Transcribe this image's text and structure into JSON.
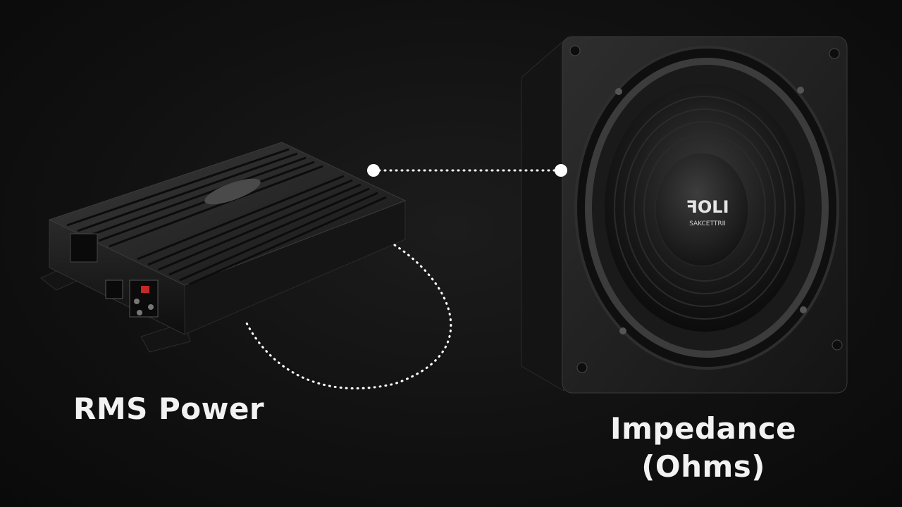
{
  "labels": {
    "amplifier_title": "RMS Power",
    "speaker_title_line1": "Impedance",
    "speaker_title_line2": "(Ohms)"
  },
  "logos": {
    "amplifier_badge_text": "",
    "speaker_cap_text": "ꟻOLI",
    "speaker_cap_subtext": "SAKCETTRII"
  },
  "colors": {
    "background": "#111111",
    "device_dark": "#1e1e1e",
    "device_edge": "#3a3a3a",
    "connector_dots": "#ffffff",
    "text": "#f2f2f2",
    "terminal_red": "#c62828"
  },
  "icons": {
    "amplifier": "car-amplifier-icon",
    "speaker": "subwoofer-enclosure-icon"
  }
}
